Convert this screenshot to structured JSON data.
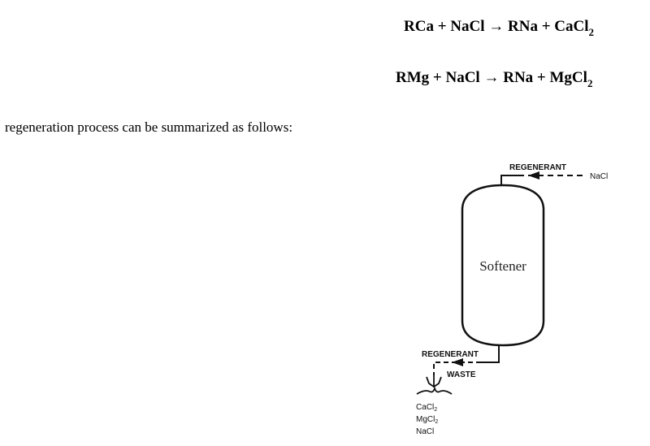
{
  "equations": [
    {
      "lhs_a": "RCa",
      "lhs_b": "NaCl",
      "rhs_a": "RNa",
      "rhs_b_main": "CaCl",
      "rhs_b_sub": "2"
    },
    {
      "lhs_a": "RMg",
      "lhs_b": "NaCl",
      "rhs_a": "RNa",
      "rhs_b_main": "MgCl",
      "rhs_b_sub": "2"
    }
  ],
  "symbols": {
    "plus": "+",
    "arrow": "→"
  },
  "intro_text": "regeneration process can be summarized as follows:",
  "diagram": {
    "tank_label": "Softener",
    "inlet_label": "REGENERANT",
    "inlet_chem": "NaCl",
    "outlet_label_1": "REGENERANT",
    "outlet_label_2": "WASTE",
    "waste_chems": [
      "CaCl",
      "MgCl",
      "NaCl"
    ],
    "waste_subs": [
      "2",
      "2",
      ""
    ]
  }
}
